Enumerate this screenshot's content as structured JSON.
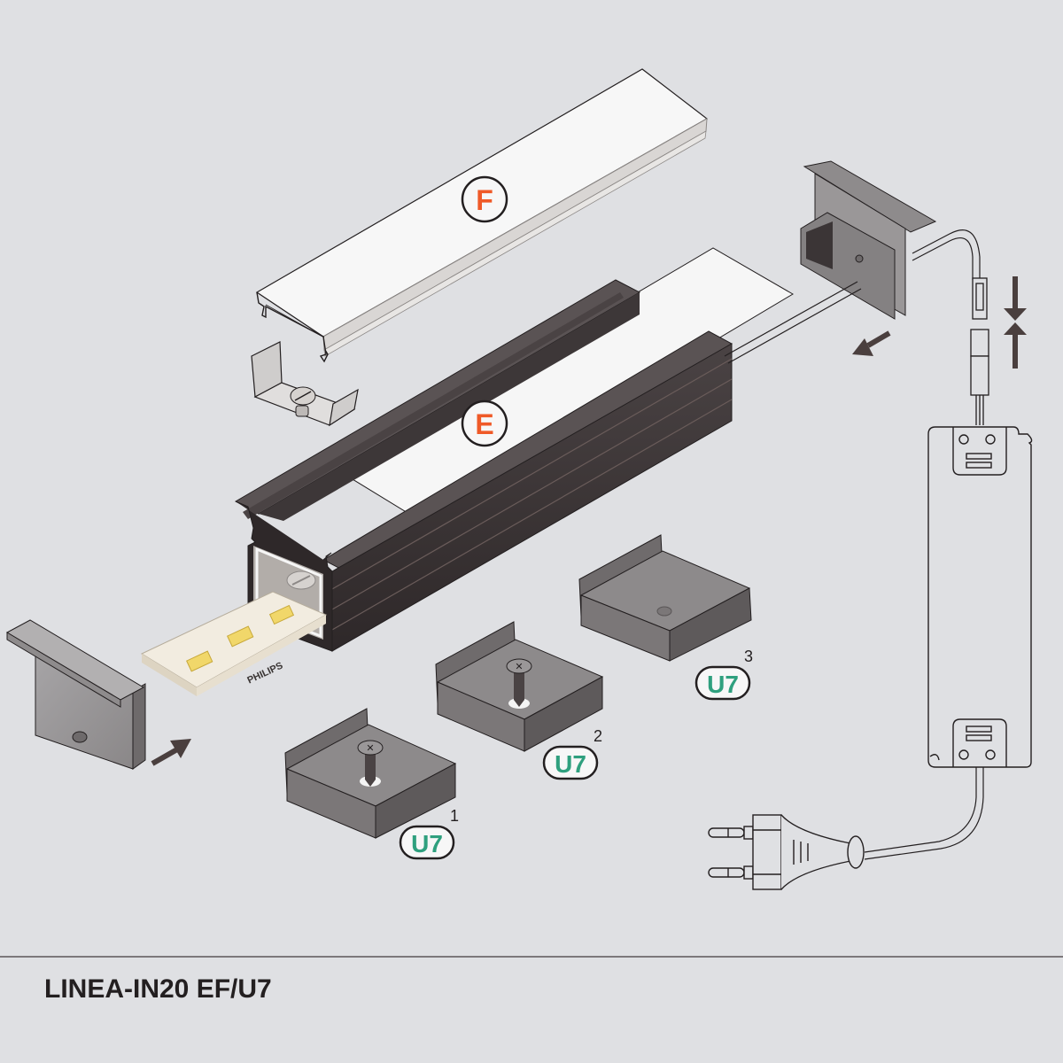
{
  "diagram": {
    "title": "LINEA-IN20 EF/U7",
    "colors": {
      "background": "#dfe0e3",
      "label_orange": "#ef5a28",
      "label_green": "#2fa07e",
      "outline": "#231f20",
      "profile_dark": "#3b3536",
      "endcap_grey": "#8e8b8c",
      "diffuser_white": "#f6f6f6",
      "arrow": "#4a3f3e"
    },
    "labels": {
      "diffuser_cover": {
        "text": "F",
        "kind": "circle",
        "color_key": "label_orange"
      },
      "diffuser_profile": {
        "text": "E",
        "kind": "circle",
        "color_key": "label_orange"
      },
      "mounting_clips": [
        {
          "text": "U7",
          "superscript": "1",
          "kind": "pill",
          "color_key": "label_green"
        },
        {
          "text": "U7",
          "superscript": "2",
          "kind": "pill",
          "color_key": "label_green"
        },
        {
          "text": "U7",
          "superscript": "3",
          "kind": "pill",
          "color_key": "label_green"
        }
      ]
    },
    "led_strip": {
      "brand_text": "PHILIPS"
    },
    "components": [
      {
        "name": "diffuser-cover",
        "label": "F"
      },
      {
        "name": "inner-diffuser",
        "label": "E"
      },
      {
        "name": "aluminum-profile"
      },
      {
        "name": "spring-clip-with-screw"
      },
      {
        "name": "end-cap-closed"
      },
      {
        "name": "end-cap-with-cable-hole"
      },
      {
        "name": "led-strip"
      },
      {
        "name": "connector-plug-pair"
      },
      {
        "name": "power-supply"
      },
      {
        "name": "mains-plug"
      },
      {
        "name": "mounting-clip-u7-1"
      },
      {
        "name": "mounting-clip-u7-2"
      },
      {
        "name": "mounting-clip-u7-3"
      }
    ],
    "arrows": [
      {
        "name": "end-cap-left-insert-arrow",
        "direction": "up-right"
      },
      {
        "name": "end-cap-right-insert-arrow",
        "direction": "down-left"
      },
      {
        "name": "connector-join-arrows",
        "direction": "converge-vertical"
      }
    ]
  }
}
